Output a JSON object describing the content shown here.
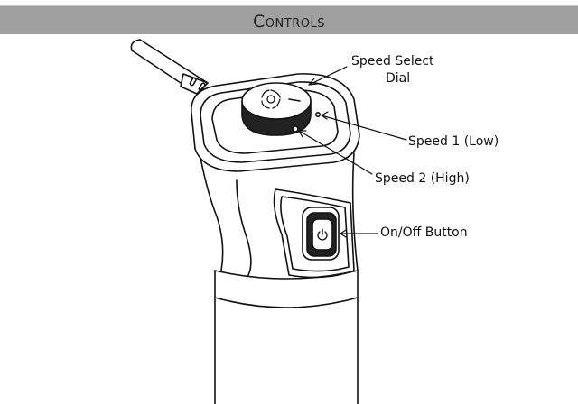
{
  "header": {
    "title": "Controls"
  },
  "labels": {
    "speed_select_line1": "Speed Select",
    "speed_select_line2": "Dial",
    "speed1": "Speed 1 (Low)",
    "speed2": "Speed 2 (High)",
    "onoff": "On/Off Button"
  }
}
